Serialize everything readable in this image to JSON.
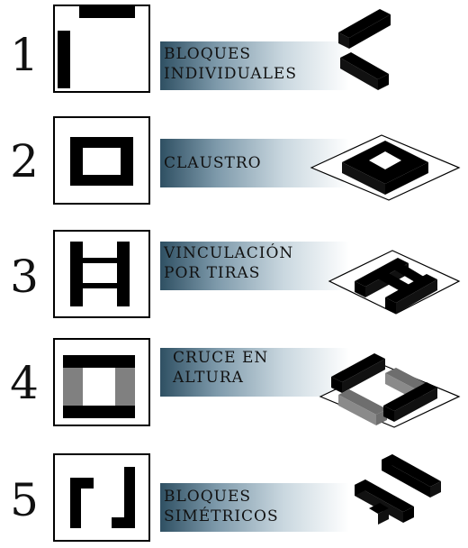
{
  "rows": [
    {
      "number": "1",
      "label_lines": [
        "BLOQUES",
        "INDIVIDUALES"
      ],
      "plan": "individual-blocks",
      "model": "individual-blocks"
    },
    {
      "number": "2",
      "label_lines": [
        "CLAUSTRO"
      ],
      "plan": "cloister",
      "model": "cloister"
    },
    {
      "number": "3",
      "label_lines": [
        "VINCULACIÓN",
        "POR TIRAS"
      ],
      "plan": "strip-linkage",
      "model": "strip-linkage"
    },
    {
      "number": "4",
      "label_lines": [
        "CRUCE EN",
        "ALTURA"
      ],
      "plan": "height-crossing",
      "model": "height-crossing"
    },
    {
      "number": "5",
      "label_lines": [
        "BLOQUES",
        "SIMÉTRICOS"
      ],
      "plan": "symmetric-blocks",
      "model": "symmetric-blocks"
    }
  ],
  "colors": {
    "block": "#000000",
    "shadow_block": "#808080",
    "band_dark": "#2f5063",
    "outline": "#000000"
  }
}
